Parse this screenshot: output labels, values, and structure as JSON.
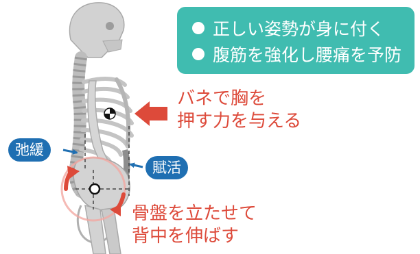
{
  "benefits": [
    "正しい姿勢が身に付く",
    "腹筋を強化し腰痛を予防"
  ],
  "annotations": {
    "spring_label": [
      "バネで胸を",
      "押す力を与える"
    ],
    "pelvis_label": [
      "骨盤を立たせて",
      "背中を伸ばす"
    ],
    "relaxed_label": "弛緩",
    "activated_label": "賦活"
  },
  "colors": {
    "teal_box": "#40bcb0",
    "red_accent": "#dd4a3a",
    "blue_pill": "#1f6fb2",
    "skeleton": "#cccccc"
  }
}
